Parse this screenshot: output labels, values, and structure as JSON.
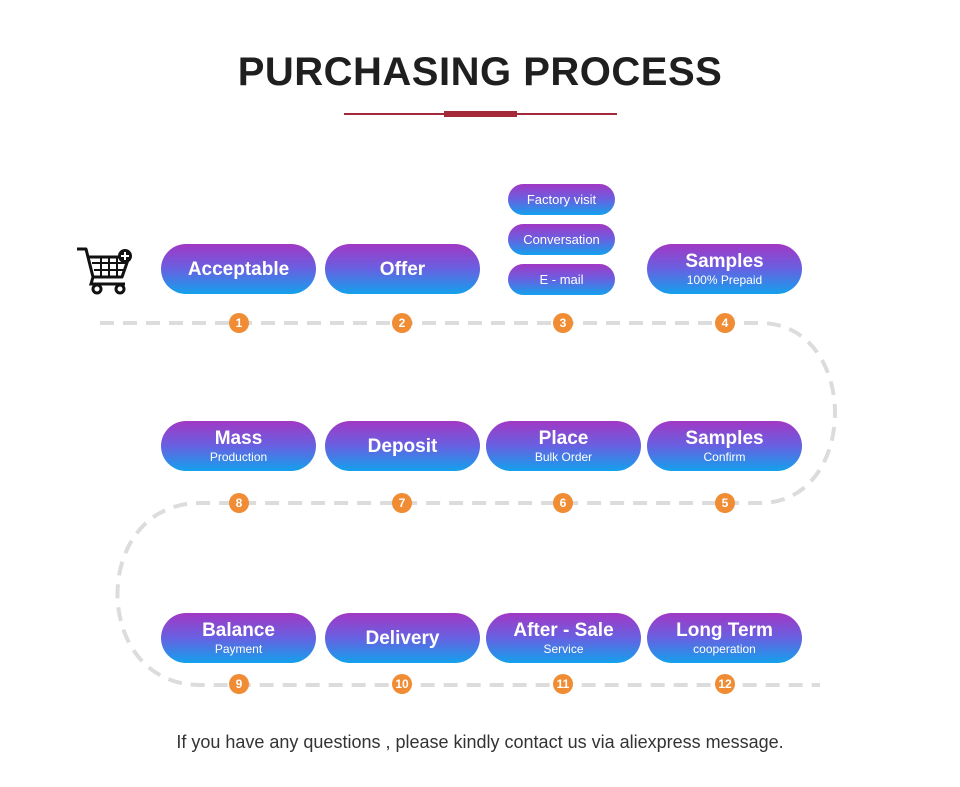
{
  "title": "PURCHASING PROCESS",
  "colors": {
    "accent": "#a3293a",
    "step_badge": "#f08c34",
    "pill_top": "#a138c4",
    "pill_bottom": "#13a1ec",
    "dash": "#dcdcdc"
  },
  "icons": {
    "cart": "shopping-cart-plus-icon"
  },
  "sub_options": [
    "Factory visit",
    "Conversation",
    "E - mail"
  ],
  "rows": [
    {
      "steps": [
        {
          "number": "1",
          "label": "Acceptable",
          "sub": ""
        },
        {
          "number": "2",
          "label": "Offer",
          "sub": ""
        },
        {
          "number": "3",
          "label": "",
          "sub": ""
        },
        {
          "number": "4",
          "label": "Samples",
          "sub": "100% Prepaid"
        }
      ]
    },
    {
      "steps": [
        {
          "number": "8",
          "label": "Mass",
          "sub": "Production"
        },
        {
          "number": "7",
          "label": "Deposit",
          "sub": ""
        },
        {
          "number": "6",
          "label": "Place",
          "sub": "Bulk Order"
        },
        {
          "number": "5",
          "label": "Samples",
          "sub": "Confirm"
        }
      ]
    },
    {
      "steps": [
        {
          "number": "9",
          "label": "Balance",
          "sub": "Payment"
        },
        {
          "number": "10",
          "label": "Delivery",
          "sub": ""
        },
        {
          "number": "11",
          "label": "After - Sale",
          "sub": "Service"
        },
        {
          "number": "12",
          "label": "Long Term",
          "sub": "cooperation"
        }
      ]
    }
  ],
  "footer": "If you have any questions , please kindly contact us via aliexpress message."
}
